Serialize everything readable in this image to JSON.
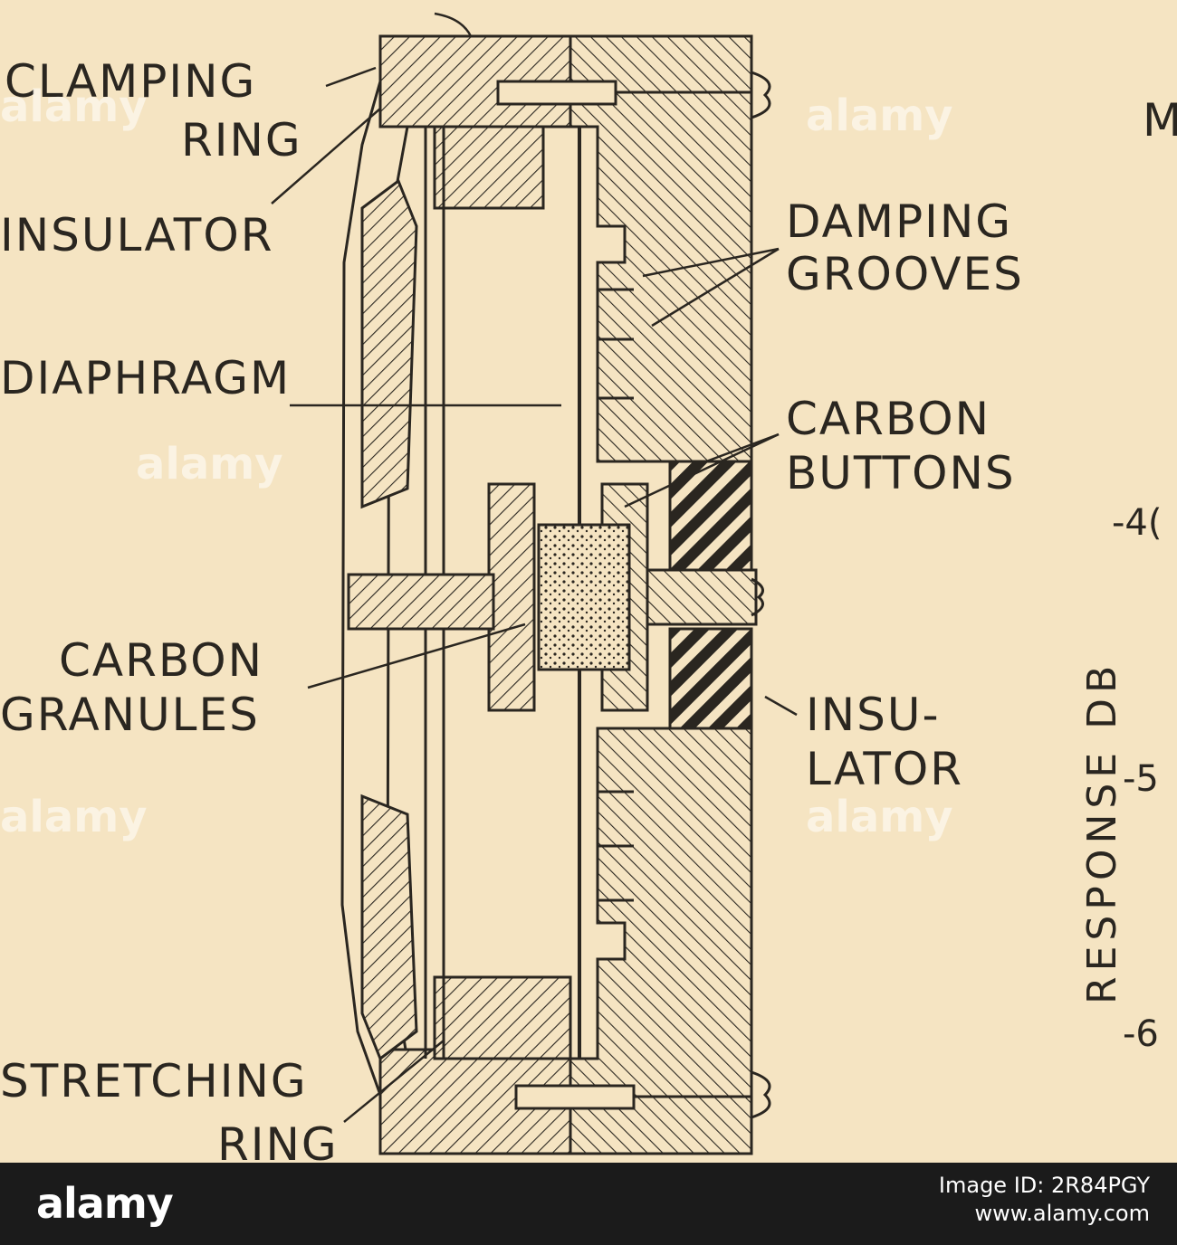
{
  "labels": {
    "clamping_ring_1": "CLAMPING",
    "clamping_ring_2": "RING",
    "insulator": "INSULATOR",
    "diaphragm": "DIAPHRAGM",
    "carbon_granules_1": "CARBON",
    "carbon_granules_2": "GRANULES",
    "stretching_ring_1": "STRETCHING",
    "stretching_ring_2": "RING",
    "damping_grooves_1": "DAMPING",
    "damping_grooves_2": "GROOVES",
    "carbon_buttons_1": "CARBON",
    "carbon_buttons_2": "BUTTONS",
    "insulator_right_1": "INSU-",
    "insulator_right_2": "LATOR",
    "partial_m": "M"
  },
  "axis": {
    "ylabel": "RESPONSE DB",
    "ticks": [
      "-4(",
      "-5",
      "-6"
    ]
  },
  "watermark": "alamy",
  "footer": {
    "brand": "alamy",
    "image_id": "Image ID: 2R84PGY",
    "site": "www.alamy.com"
  },
  "colors": {
    "background": "#f5e4c2",
    "ink": "#2a2620",
    "footer": "#1b1b1b"
  }
}
